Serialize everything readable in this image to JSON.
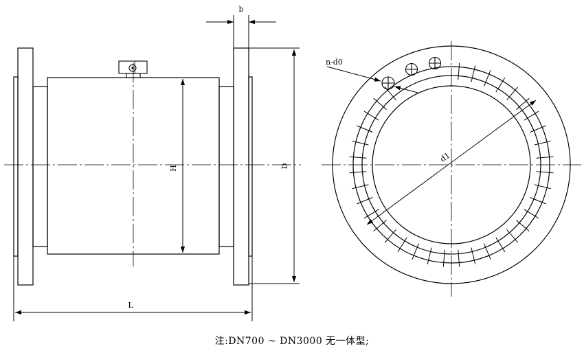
{
  "diagram": {
    "side_view_labels": {
      "body_height": "H",
      "flange_outer_diameter": "D",
      "overall_length": "L",
      "flange_thickness": "b"
    },
    "end_view_labels": {
      "bolt_circle_diameter": "d1",
      "bolt_holes": "n-d0"
    },
    "caption": "注:DN700 ~ DN3000 无一体型;"
  }
}
